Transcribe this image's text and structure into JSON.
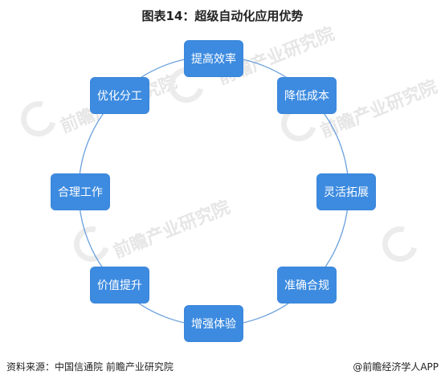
{
  "title": "图表14：超级自动化应用优势",
  "watermark": {
    "brand": "前瞻产业研究院",
    "sub": "前瞻产业研究院·前瞻经济学人"
  },
  "nodes": [
    {
      "id": "n1",
      "label": "提高效率"
    },
    {
      "id": "n2",
      "label": "降低成本"
    },
    {
      "id": "n3",
      "label": "灵活拓展"
    },
    {
      "id": "n4",
      "label": "准确合规"
    },
    {
      "id": "n5",
      "label": "增强体验"
    },
    {
      "id": "n6",
      "label": "价值提升"
    },
    {
      "id": "n7",
      "label": "合理工作"
    },
    {
      "id": "n8",
      "label": "优化分工"
    }
  ],
  "footer": {
    "source": "资料来源：中国信通院 前瞻产业研究院",
    "credit": "@前瞻经济学人APP"
  },
  "colors": {
    "node_fill": "#3d8be0",
    "ring": "#6aa0dc"
  }
}
